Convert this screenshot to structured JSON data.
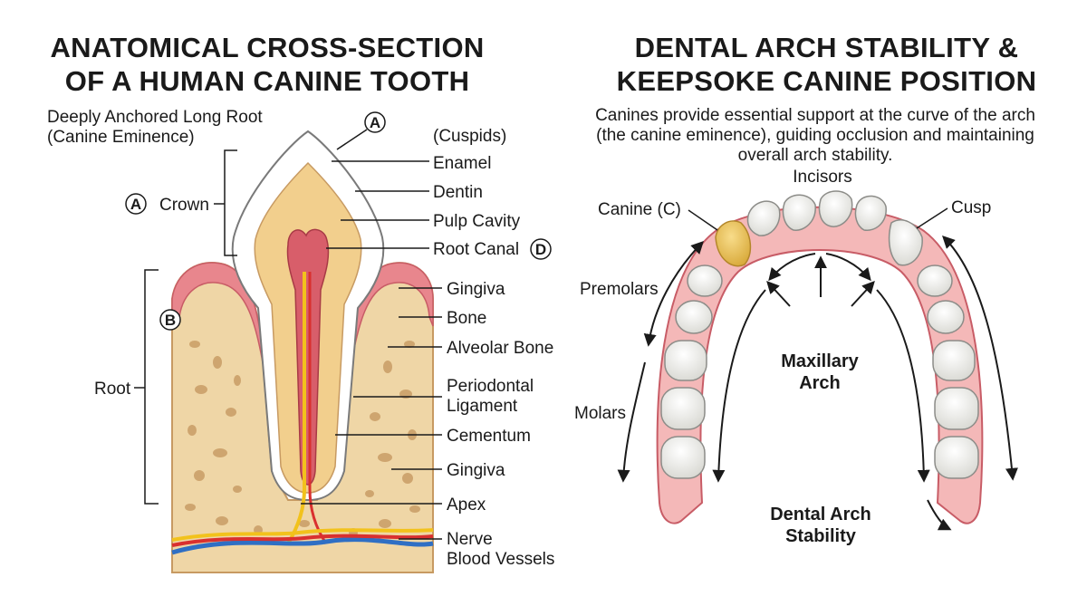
{
  "left": {
    "title": [
      "ANATOMICAL CROSS-SECTION",
      "OF A HUMAN CANINE TOOTH"
    ],
    "note": [
      "Deeply Anchored Long Root",
      "(Canine Eminence)"
    ],
    "badges": {
      "a": "A",
      "b": "B",
      "d": "D"
    },
    "crown_label": "Crown",
    "root_label": "Root",
    "cuspids": "(Cuspids)",
    "labels": {
      "enamel": "Enamel",
      "dentin": "Dentin",
      "pulp_cavity": "Pulp Cavity",
      "root_canal": "Root Canal",
      "gingiva_top": "Gingiva",
      "bone": "Bone",
      "alveolar_bone": "Alveolar Bone",
      "periodontal": [
        "Periodontal",
        "Ligament"
      ],
      "cementum": "Cementum",
      "gingiva_lower": "Gingiva",
      "apex": "Apex",
      "nerve": [
        "Nerve",
        "Blood Vessels"
      ]
    }
  },
  "right": {
    "title": [
      "DENTAL ARCH STABILITY &",
      "KEEPSOKE CANINE POSITION"
    ],
    "description": [
      "Canines provide essential support at the curve of the arch",
      "(the canine eminence), guiding occlusion and maintaining",
      "overall arch stability."
    ],
    "labels": {
      "incisors": "Incisors",
      "canine": "Canine (C)",
      "cusp": "Cusp",
      "premolars": "Premolars",
      "molars": "Molars",
      "arch": [
        "Maxillary",
        "Arch"
      ],
      "stability": [
        "Dental Arch",
        "Stability"
      ]
    }
  },
  "colors": {
    "gum": "#e8868d",
    "gum_light": "#f4b8b8",
    "bone": "#efd6a6",
    "enamel": "#ffffff",
    "dentin": "#f2cf8d",
    "pulp": "#d85e6a",
    "nerve": "#f2c21c",
    "vessel_red": "#d9302f",
    "vessel_blue": "#2f6fc4",
    "canine_highlight": "#edc35a"
  }
}
